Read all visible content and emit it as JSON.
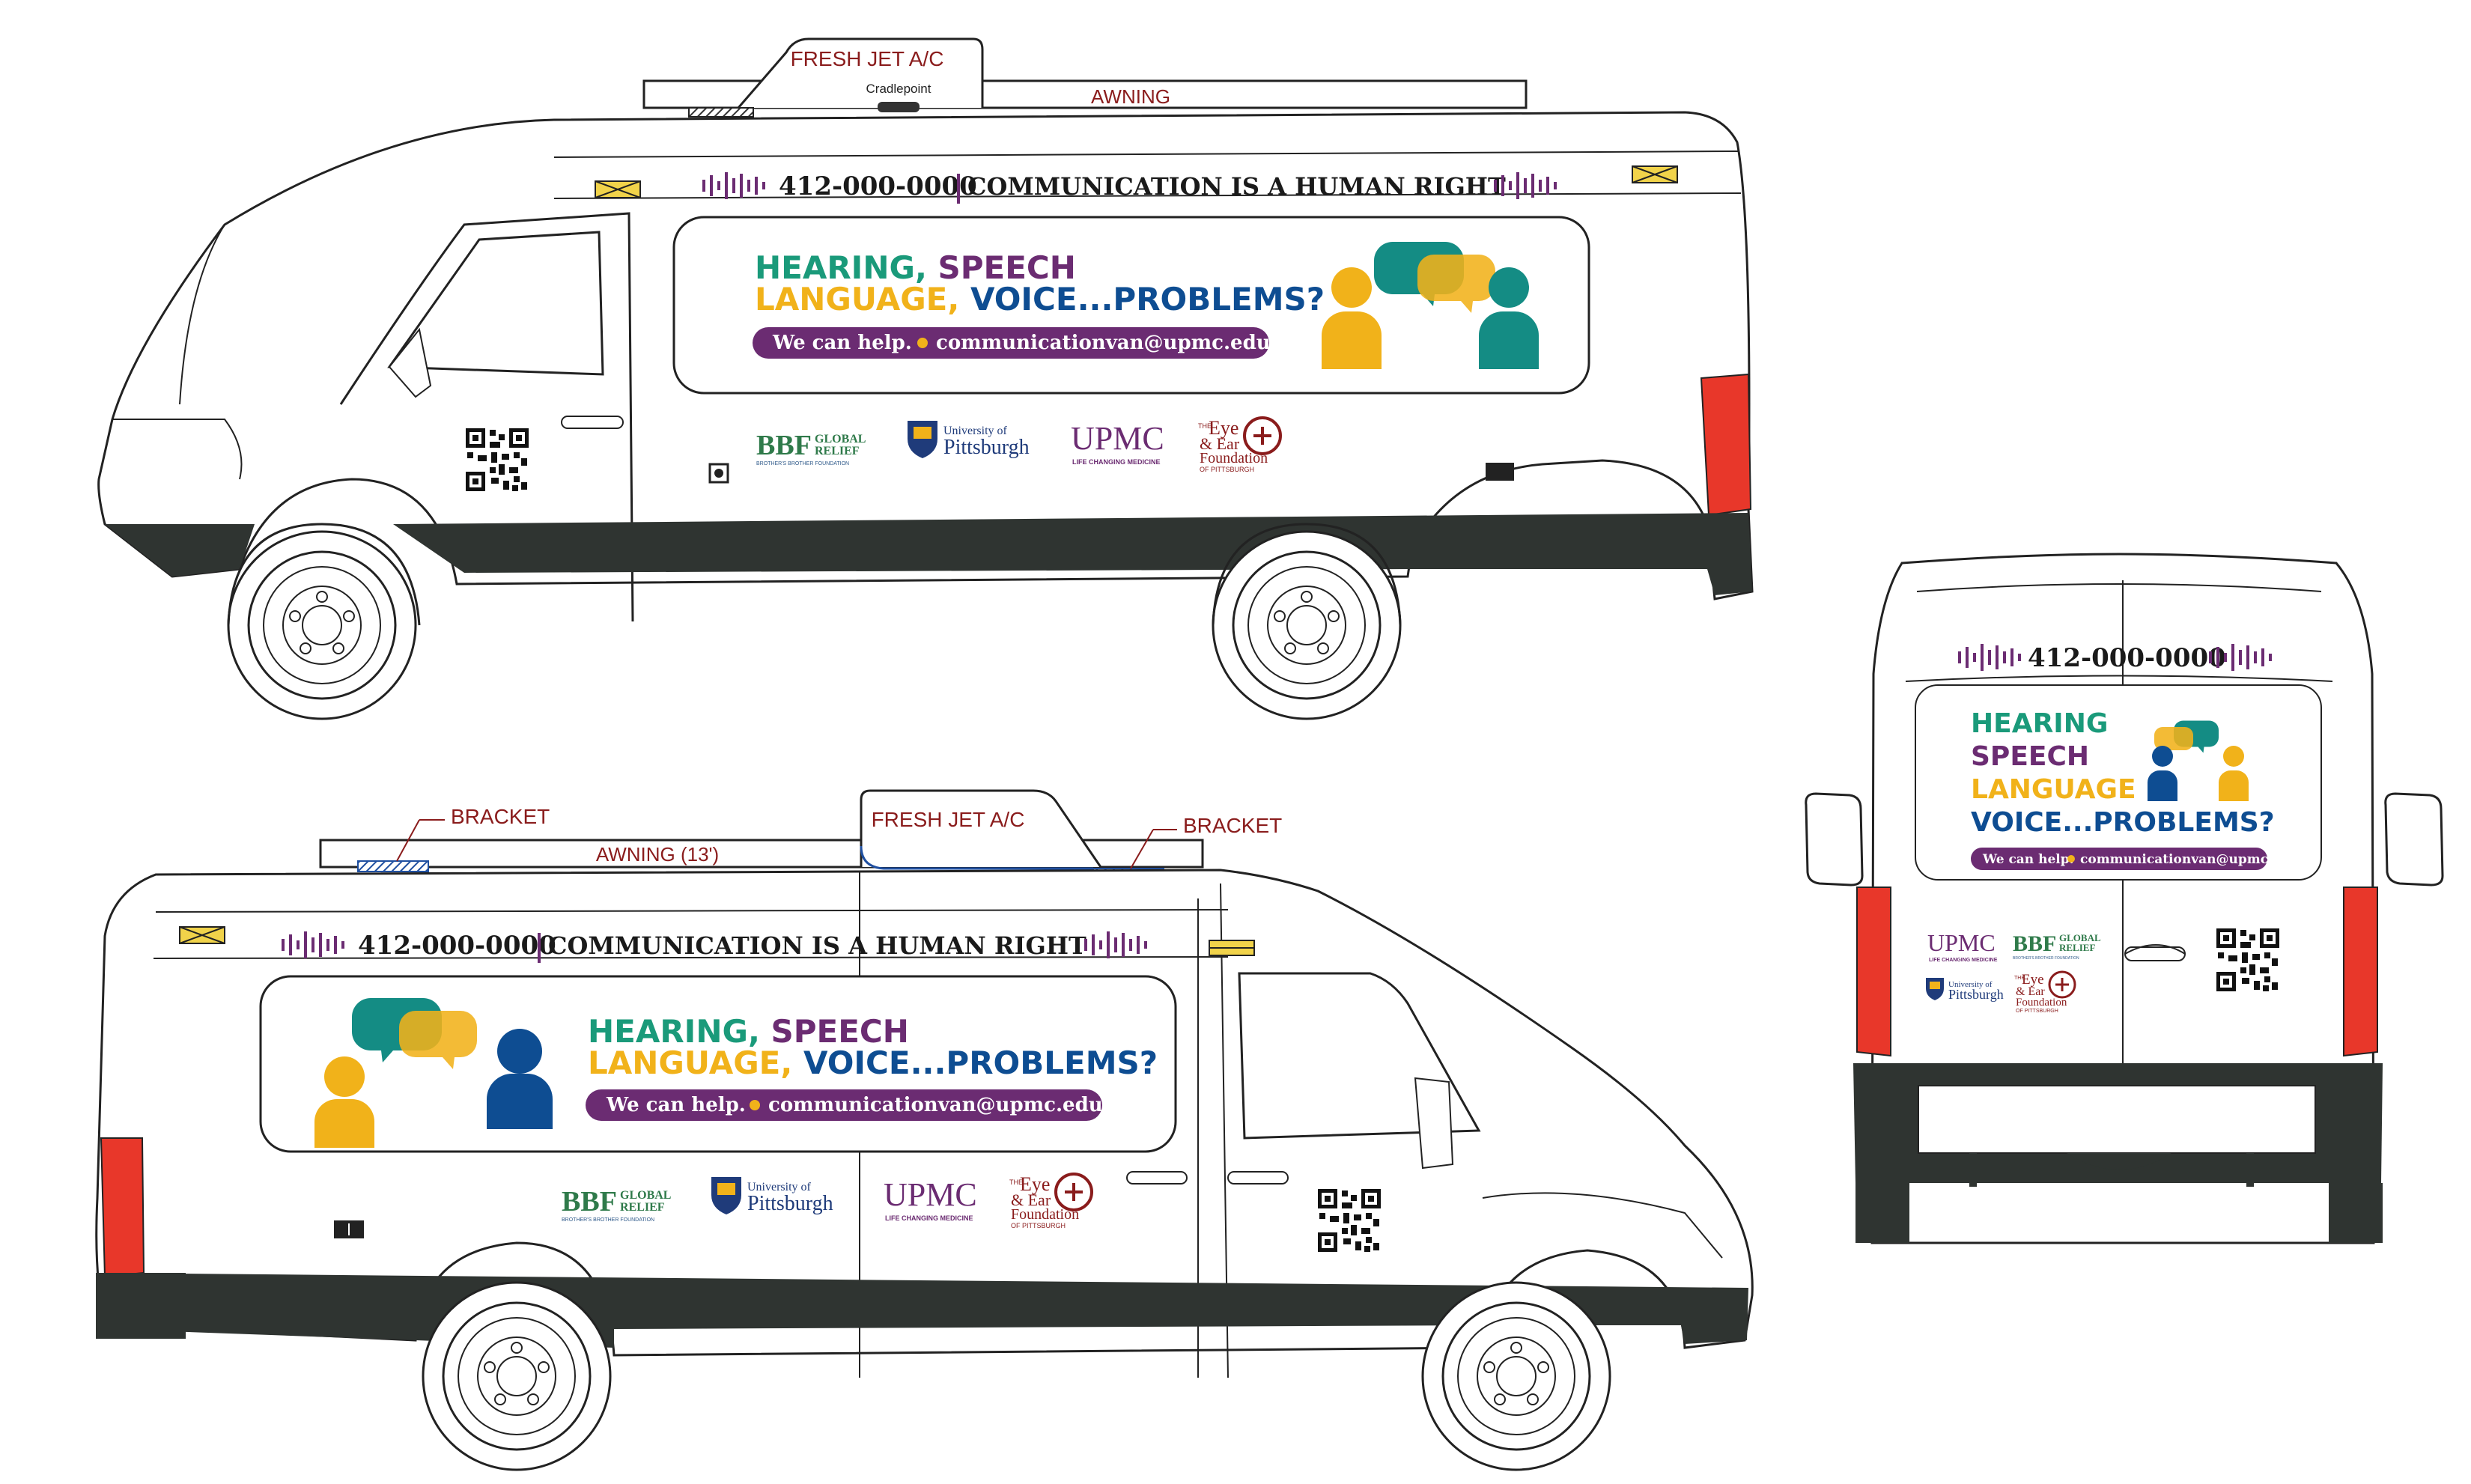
{
  "labels": {
    "fresh_jet_top": "FRESH JET A/C",
    "cradlepoint": "Cradlepoint",
    "awning_top": "AWNING",
    "bracket_left": "BRACKET",
    "bracket_right": "BRACKET",
    "awning_13": "AWNING (13')",
    "fresh_jet_bottom": "FRESH JET A/C"
  },
  "wrap": {
    "phone": "412-000-0000",
    "slogan": "COMMUNICATION IS A HUMAN RIGHT",
    "headline_1a": "HEARING, ",
    "headline_1b": "SPEECH",
    "headline_2a": "LANGUAGE, ",
    "headline_2b": "VOICE...PROBLEMS?",
    "help_text": "We can help.",
    "email": "communicationvan@upmc.edu",
    "rear_line_1": "HEARING",
    "rear_line_2": "SPEECH",
    "rear_line_3": "LANGUAGE",
    "rear_line_4": "VOICE...PROBLEMS?"
  },
  "logos": {
    "bbf_main": "BBF",
    "bbf_global": "GLOBAL",
    "bbf_relief": "RELIEF",
    "bbf_sub": "BROTHER'S BROTHER FOUNDATION",
    "pitt_small": "University of",
    "pitt_big": "Pittsburgh",
    "upmc": "UPMC",
    "upmc_sub": "LIFE CHANGING MEDICINE",
    "eye_the": "THE",
    "eye_main_1": "Eye",
    "eye_main_2": "& Ear",
    "eye_main_3": "Foundation",
    "eye_sub": "OF PITTSBURGH"
  },
  "colors": {
    "green": "#1a9a7a",
    "purple": "#6b2c72",
    "yellow": "#f1b21a",
    "blue": "#0e4d92",
    "teal": "#148c84",
    "red": "#e8372a",
    "label": "#8a1c1c",
    "trim": "#2f3431"
  }
}
